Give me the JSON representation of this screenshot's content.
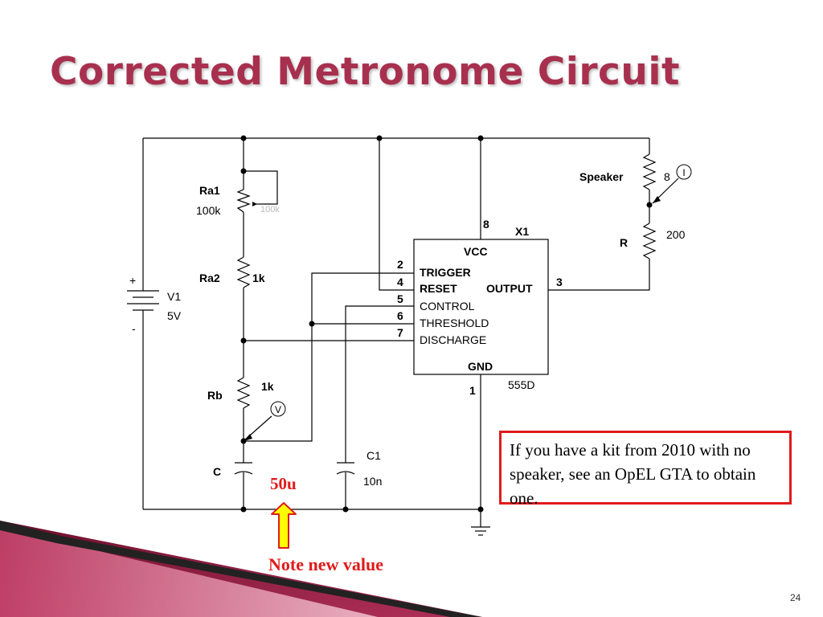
{
  "slide": {
    "title": "Corrected Metronome Circuit",
    "number": "24"
  },
  "circuit": {
    "ra1": {
      "name": "Ra1",
      "value": "100k",
      "ghost": "100k"
    },
    "ra2": {
      "name": "Ra2",
      "value": "1k"
    },
    "rb": {
      "name": "Rb",
      "value": "1k"
    },
    "c": {
      "name": "C",
      "value": "50u"
    },
    "c1": {
      "name": "C1",
      "value": "10n"
    },
    "v1": {
      "name": "V1",
      "value": "5V",
      "plus": "+",
      "minus": "-"
    },
    "speaker": {
      "name": "Speaker",
      "value": "8"
    },
    "r": {
      "name": "R",
      "value": "200"
    },
    "probe_i": "I",
    "probe_v": "V",
    "ic": {
      "ref": "X1",
      "part": "555D",
      "vcc": "VCC",
      "gnd": "GND",
      "trigger": "TRIGGER",
      "reset": "RESET",
      "output": "OUTPUT",
      "control": "CONTROL",
      "threshold": "THRESHOLD",
      "discharge": "DISCHARGE",
      "pin_vcc": "8",
      "pin_gnd": "1",
      "pin_trigger": "2",
      "pin_reset": "4",
      "pin_control": "5",
      "pin_threshold": "6",
      "pin_discharge": "7",
      "pin_output": "3"
    }
  },
  "callout": {
    "text": "If you have  a kit from 2010 with no speaker, see an OpEL GTA to obtain one.",
    "new_value_label": "Note new value"
  },
  "colors": {
    "title": "#a8304f",
    "accent": "#e01b1b",
    "arrow_fill": "#ffff00",
    "decor": "#8e1a3c"
  }
}
